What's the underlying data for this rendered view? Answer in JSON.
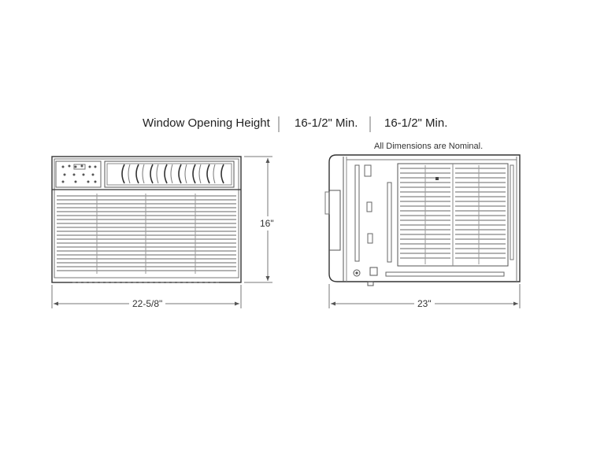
{
  "header": {
    "label": "Window Opening Height",
    "min_1": "16-1/2\" Min.",
    "min_2": "16-1/2\" Min."
  },
  "note": "All Dimensions are Nominal.",
  "dimensions": {
    "front_width": "22-5/8\"",
    "front_height": "16\"",
    "side_depth": "23\""
  }
}
